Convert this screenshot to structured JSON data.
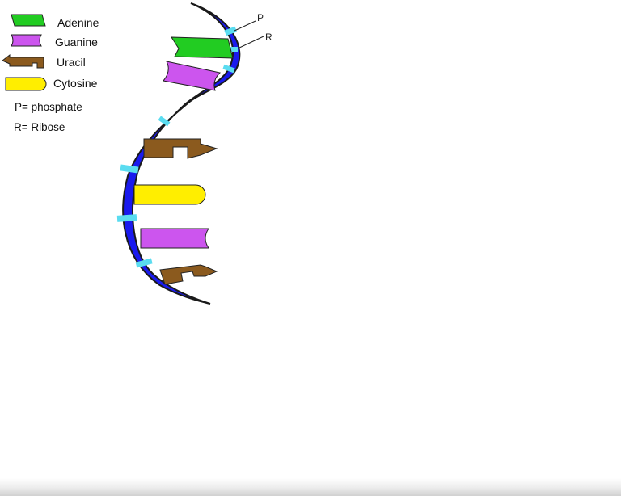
{
  "legend": {
    "items": [
      {
        "key": "adenine",
        "label": "Adenine",
        "color": "#22CC22",
        "icon": "adenine-shape"
      },
      {
        "key": "guanine",
        "label": "Guanine",
        "color": "#CC55EE",
        "icon": "guanine-shape"
      },
      {
        "key": "uracil",
        "label": "Uracil",
        "color": "#8B5A1E",
        "icon": "uracil-shape"
      },
      {
        "key": "cytosine",
        "label": "Cytosine",
        "color": "#FFEE00",
        "icon": "cytosine-shape"
      }
    ],
    "notes": [
      "P= phosphate",
      "R= Ribose"
    ]
  },
  "strand": {
    "backbone_color": "#1A1AEE",
    "phosphate_color": "#5ADCF0",
    "callouts": {
      "phosphate": "P",
      "ribose": "R"
    },
    "bases_top_to_bottom": [
      "adenine",
      "guanine",
      "uracil",
      "cytosine",
      "guanine",
      "uracil"
    ]
  }
}
